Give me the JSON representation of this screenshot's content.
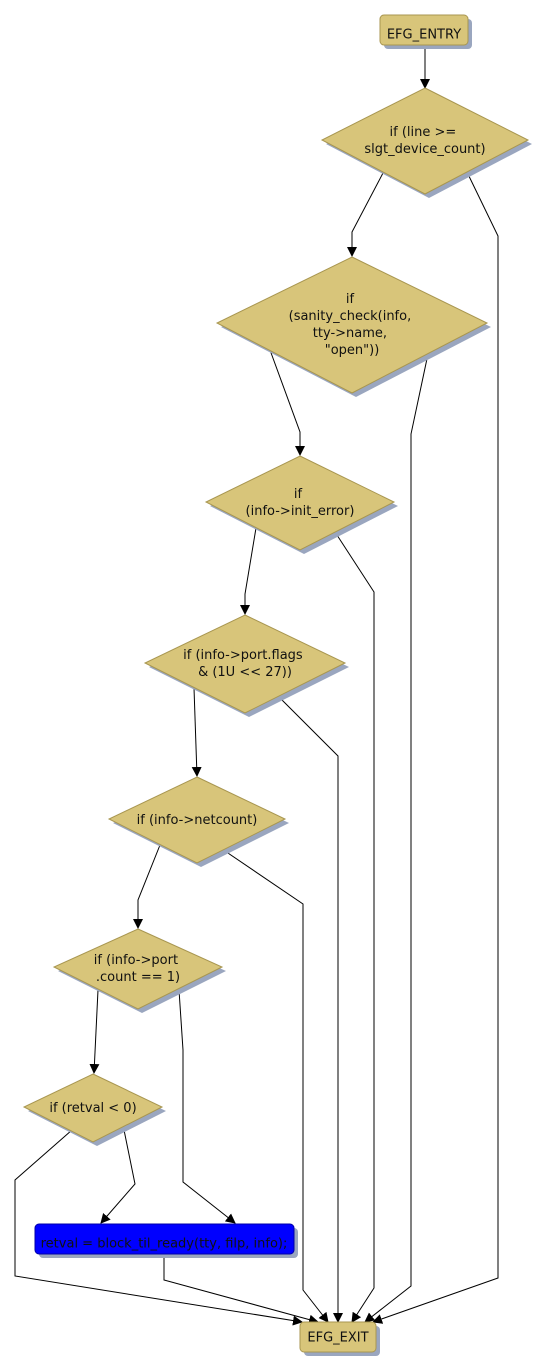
{
  "colors": {
    "node_fill": "#d8c57a",
    "node_stroke": "#a89650",
    "shadow": "#9aa6bf",
    "action_fill": "#0000ff",
    "edge": "#000000"
  },
  "nodes": {
    "entry": {
      "label": "EFG_ENTRY"
    },
    "exit": {
      "label": "EFG_EXIT"
    },
    "cond_line": {
      "lines": [
        "if (line >=",
        "slgt_device_count)"
      ]
    },
    "cond_sanity": {
      "lines": [
        "if",
        "(sanity_check(info,",
        "tty->name,",
        "\"open\"))"
      ]
    },
    "cond_init_error": {
      "lines": [
        "if",
        "(info->init_error)"
      ]
    },
    "cond_port_flags": {
      "lines": [
        "if (info->port.flags",
        "& (1U << 27))"
      ]
    },
    "cond_netcount": {
      "lines": [
        "if (info->netcount)"
      ]
    },
    "cond_port_count": {
      "lines": [
        "if (info->port",
        ".count == 1)"
      ]
    },
    "cond_retval": {
      "lines": [
        "if (retval < 0)"
      ]
    },
    "action_block": {
      "label": "retval = block_til_ready(tty, filp, info);"
    }
  }
}
